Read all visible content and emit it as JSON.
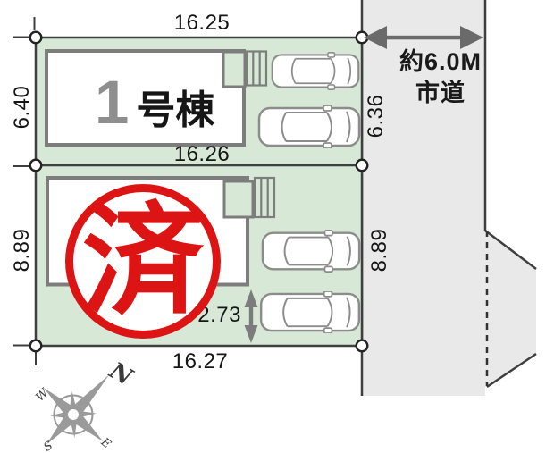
{
  "dimensions": {
    "lot1_top": "16.25",
    "lot1_left": "6.40",
    "lot1_bottom": "16.26",
    "lot1_road_side": "6.36",
    "lot2_left": "8.89",
    "lot2_right": "8.89",
    "lot2_bottom": "16.27",
    "parking_depth": "2.73"
  },
  "building1": {
    "number": "1",
    "suffix": "号棟"
  },
  "stamp": {
    "label": "済"
  },
  "road": {
    "width_label": "約6.0M",
    "type_label": "市道"
  },
  "compass": {
    "north": "N",
    "west": "W",
    "south": "S",
    "east": "E"
  },
  "colors": {
    "lot_fill": "#d7e8d6",
    "road_fill": "#e9e9e9",
    "building_fill": "#ffffff",
    "building_border": "#7d7d7d",
    "boundary_line": "#3f3f3f",
    "stamp_red": "#dc1414",
    "arrow_gray": "#6a6a6a",
    "compass_gray": "#9a9a9a"
  }
}
